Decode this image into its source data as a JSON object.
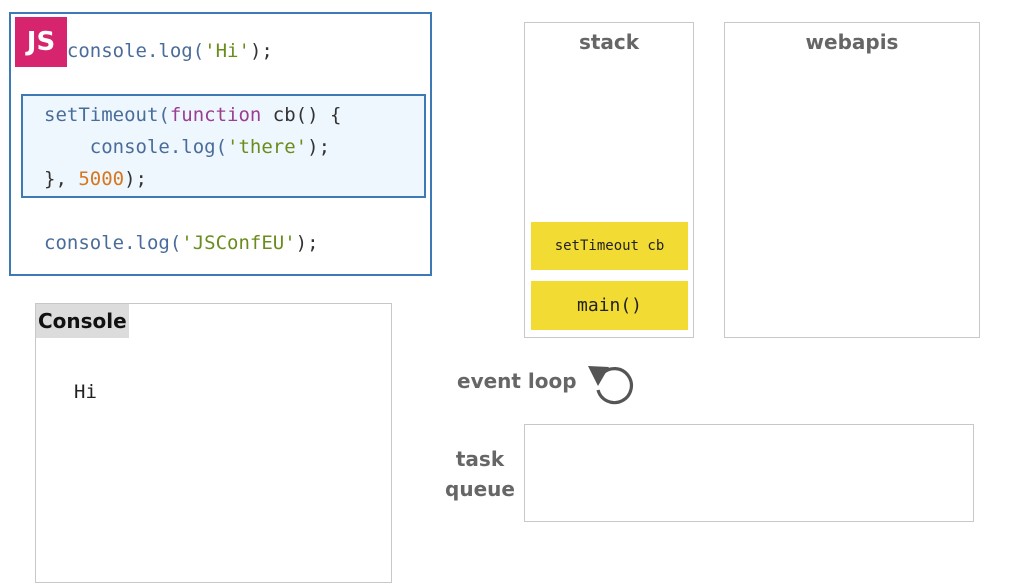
{
  "code": {
    "badge": "JS",
    "line1": {
      "fn": "console.log(",
      "str": "'Hi'",
      "end": ");",
      "hidden_prefix": "co"
    },
    "line2": {
      "fn": "setTimeout(",
      "kw": "function",
      "rest": " cb() {"
    },
    "line3": {
      "indent": "    ",
      "fn": "console.log(",
      "str": "'there'",
      "end": ");"
    },
    "line4": {
      "pre": "}, ",
      "num": "5000",
      "end": ");"
    },
    "line5": {
      "fn": "console.log(",
      "str": "'JSConfEU'",
      "end": ");"
    }
  },
  "console": {
    "title": "Console",
    "output": [
      "Hi"
    ]
  },
  "stack": {
    "title": "stack",
    "frames": [
      "setTimeout cb",
      "main()"
    ]
  },
  "webapis": {
    "title": "webapis"
  },
  "event_loop": {
    "label": "event loop",
    "icon": "refresh-circle-arrow-icon"
  },
  "task_queue": {
    "label_line1": "task",
    "label_line2": "queue"
  },
  "colors": {
    "badge": "#d6246e",
    "code_border": "#3d7ab5",
    "highlight_bg": "#eef7fd",
    "frame": "#f2dc34",
    "string": "#6a8c1c",
    "keyword": "#9b3d92",
    "number": "#d7771f",
    "identifier": "#4a6c9a"
  }
}
